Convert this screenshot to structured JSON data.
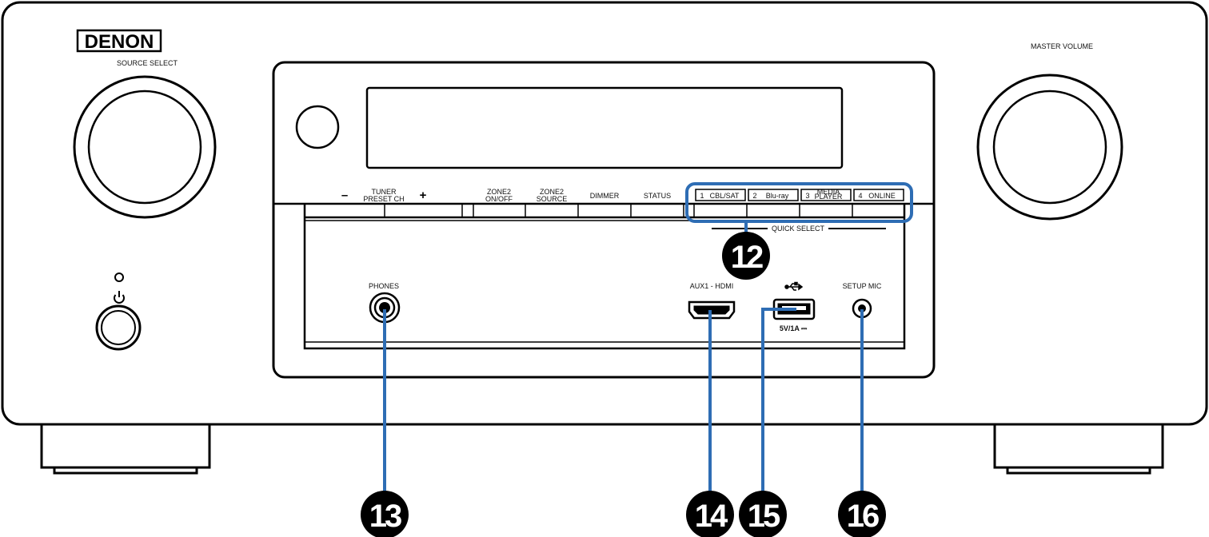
{
  "brand": "DENON",
  "labels": {
    "source_select": "SOURCE SELECT",
    "master_volume": "MASTER VOLUME",
    "tuner_preset_line1": "TUNER",
    "tuner_preset_line2": "PRESET CH",
    "minus": "–",
    "plus": "+",
    "zone2_onoff_line1": "ZONE2",
    "zone2_onoff_line2": "ON/OFF",
    "zone2_source_line1": "ZONE2",
    "zone2_source_line2": "SOURCE",
    "dimmer": "DIMMER",
    "status": "STATUS",
    "quick_select": "QUICK SELECT",
    "phones": "PHONES",
    "aux1_hdmi": "AUX1 - HDMI",
    "setup_mic": "SETUP MIC",
    "usb_rating": "5V/1A ⎓"
  },
  "quick_select": [
    {
      "num": "1",
      "label": "CBL/SAT"
    },
    {
      "num": "2",
      "label": "Blu-ray"
    },
    {
      "num": "3",
      "label_line1": "MEDIA",
      "label_line2": "PLAYER"
    },
    {
      "num": "4",
      "label": "ONLINE"
    }
  ],
  "callouts": [
    {
      "num": "12",
      "target": "quick-select-buttons"
    },
    {
      "num": "13",
      "target": "phones-jack"
    },
    {
      "num": "14",
      "target": "aux1-hdmi-port"
    },
    {
      "num": "15",
      "target": "usb-port"
    },
    {
      "num": "16",
      "target": "setup-mic-jack"
    }
  ],
  "colors": {
    "callout_line": "#2e6db4",
    "callout_bg": "#000000",
    "outline": "#000000"
  }
}
